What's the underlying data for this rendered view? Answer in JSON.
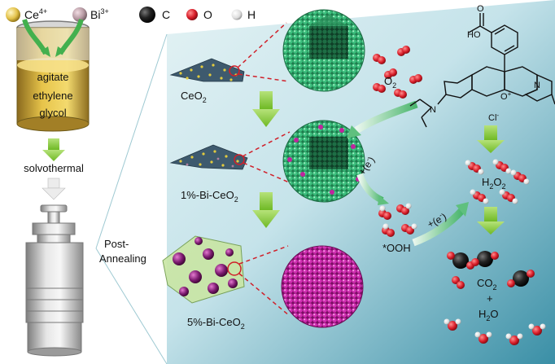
{
  "legend": {
    "ce": "Ce",
    "ce_charge": "4+",
    "bi": "Bi",
    "bi_charge": "3+",
    "c": "C",
    "o": "O",
    "h": "H"
  },
  "beaker": {
    "top": "agitate",
    "mid": "ethylene",
    "bottom": "glycol"
  },
  "step1": "solvothermal",
  "step2_line1": "Post-",
  "step2_line2": "Annealing",
  "samples": {
    "ceo2": {
      "base": "CeO",
      "sub": "2"
    },
    "bi1": {
      "base": "1%-Bi-CeO",
      "sub": "2"
    },
    "bi5": {
      "base": "5%-Bi-CeO",
      "sub": "2"
    }
  },
  "reaction": {
    "o2_base": "O",
    "o2_sub": "2",
    "e_label_1": "+(e",
    "e_sup": "-",
    "e_close": ")",
    "ooh": "*OOH",
    "h2o2_base": "H",
    "h2o2_sub1": "2",
    "h2o2_mid": "O",
    "h2o2_sub2": "2",
    "co2_base": "CO",
    "co2_sub": "2",
    "plus": "+",
    "h2o_base": "H",
    "h2o_sub": "2",
    "h2o_end": "O"
  },
  "dye": {
    "ho": "HO",
    "o_top": "O",
    "o_ring": "O",
    "o_plus": "+",
    "n_left": "N",
    "n_right": "N",
    "cl": "Cl",
    "cl_sup": "-"
  },
  "colors": {
    "ce": "#e8cf55",
    "bi": "#7a1a5e",
    "carbon": "#111111",
    "oxygen": "#d81e2a",
    "hydrogen": "#f2f2f2",
    "green_sphere": "#2fae6e",
    "magenta_sphere": "#b81e9a",
    "arrow_green": "#7bc62a",
    "panel_teal": "#3a8fa6",
    "dashed_red": "#d0202a"
  }
}
